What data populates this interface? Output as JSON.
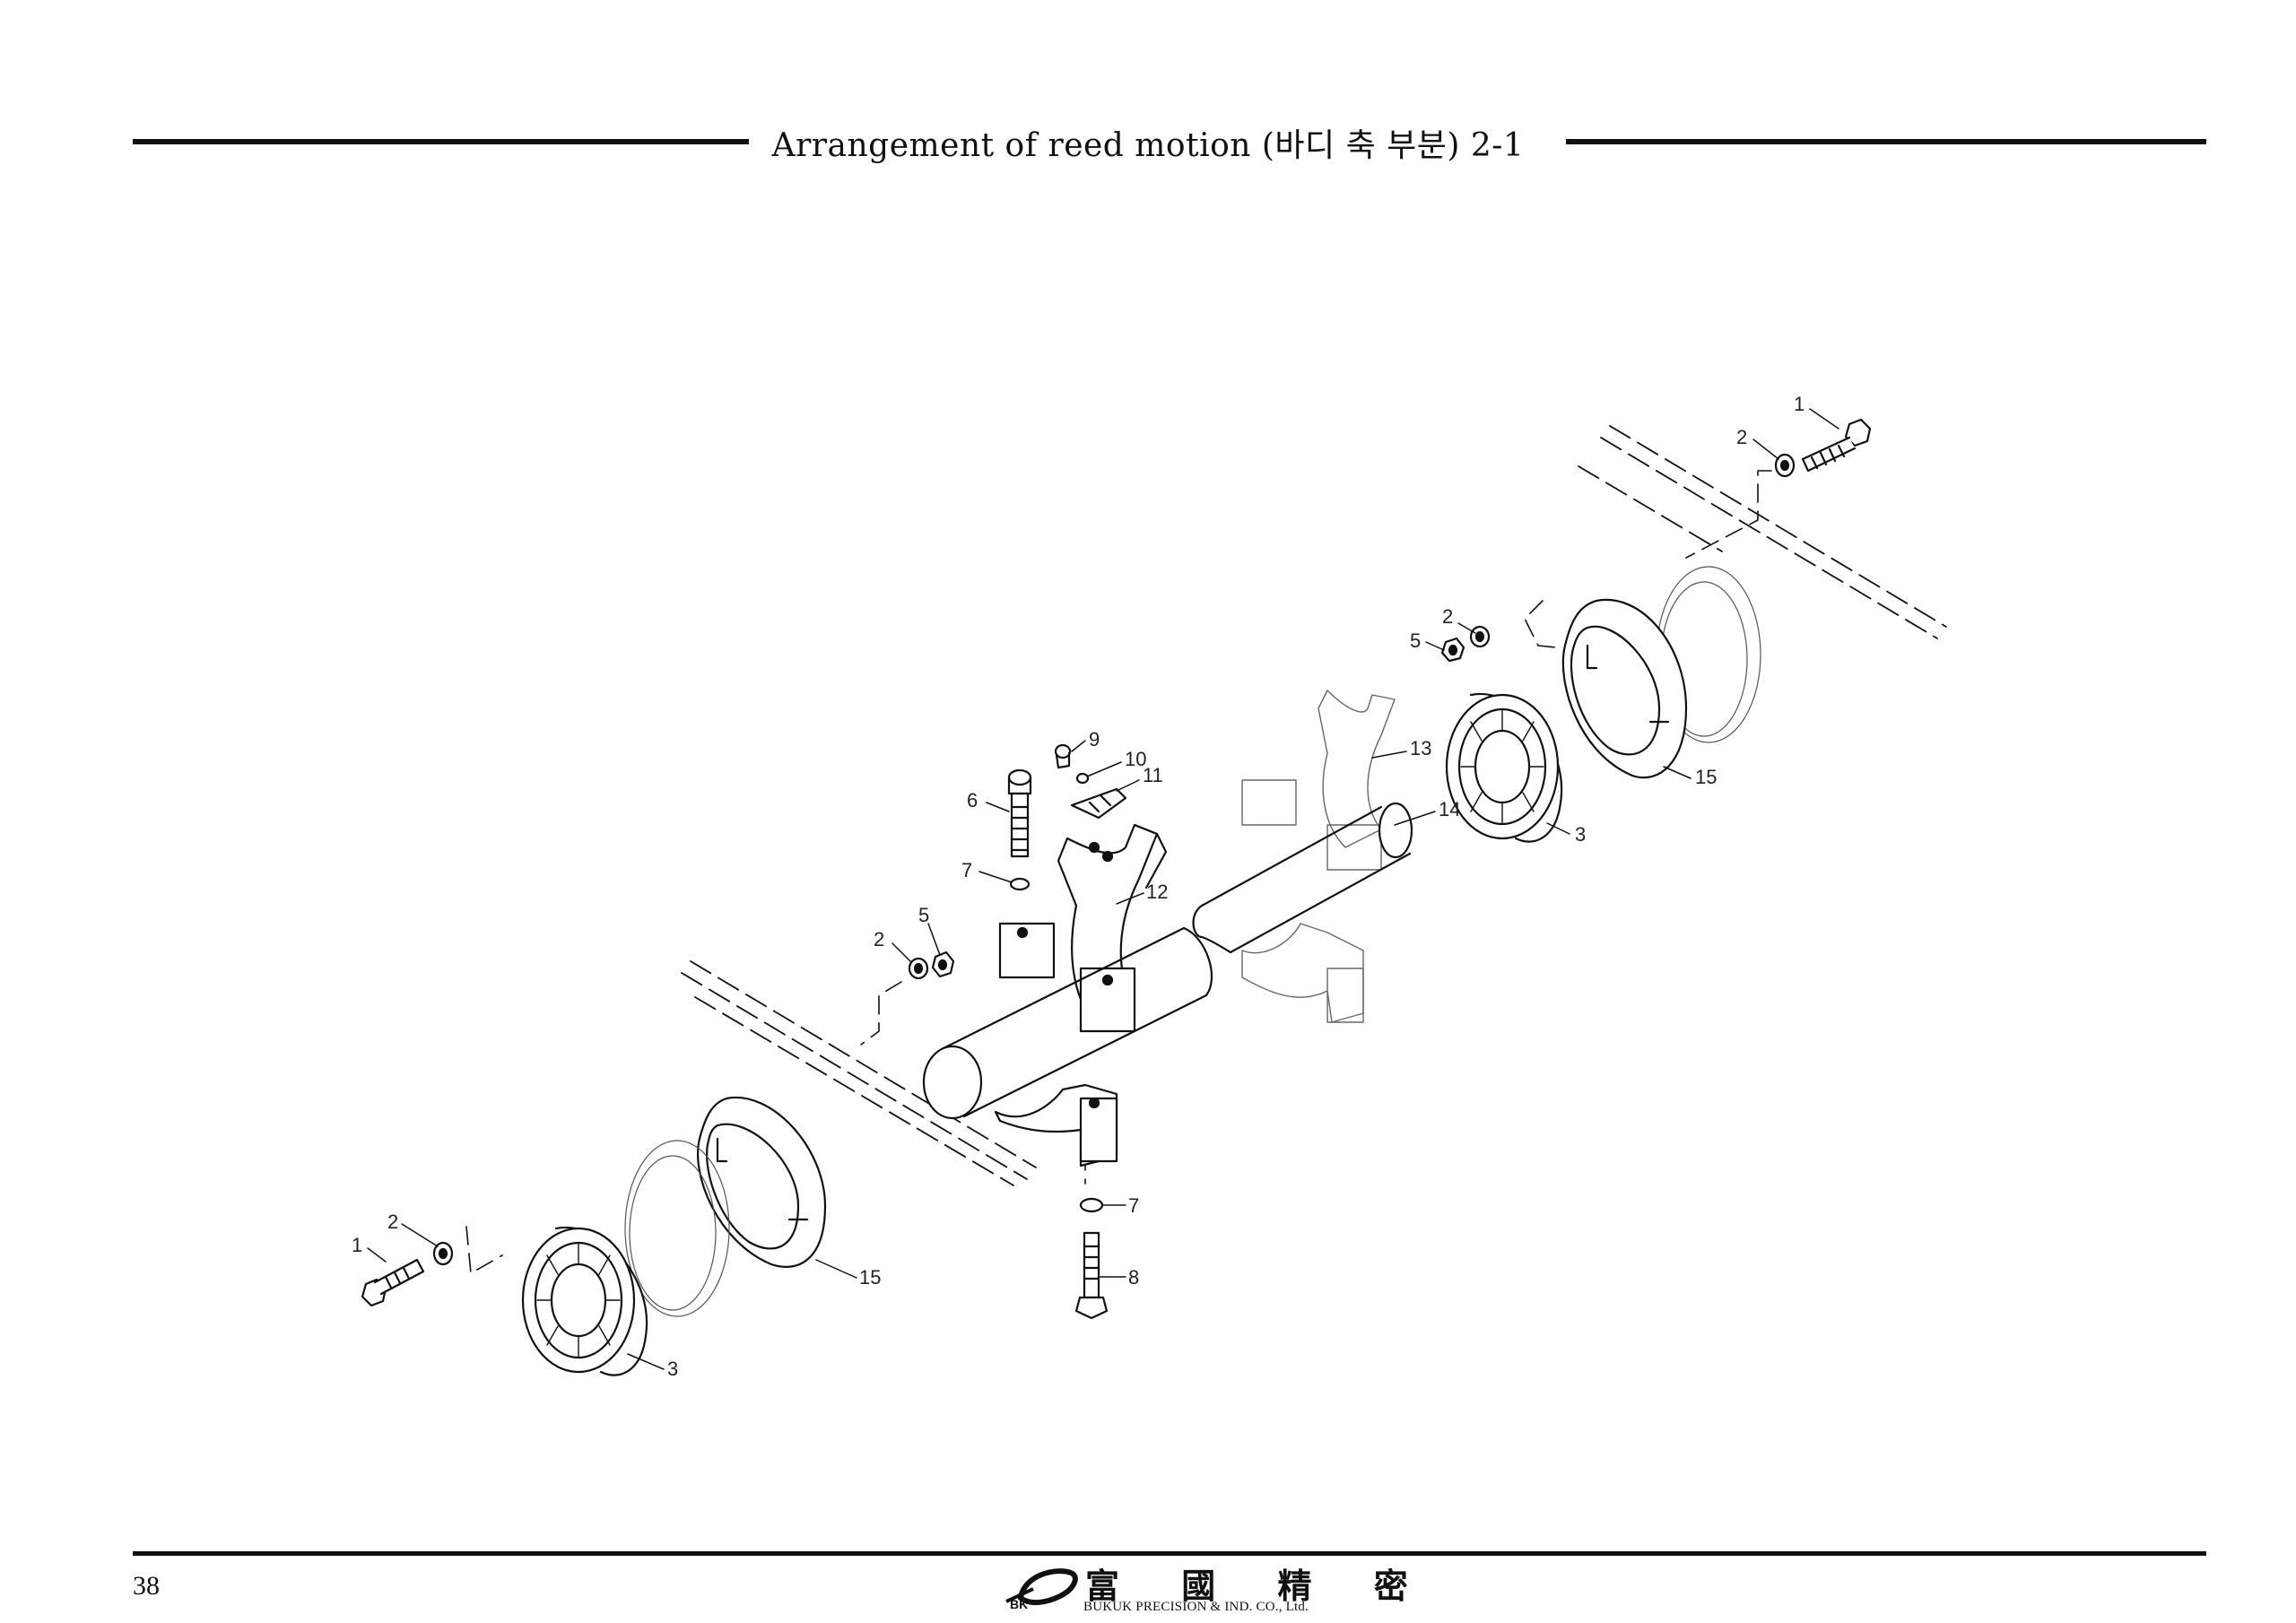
{
  "header": {
    "title": "Arrangement of reed motion (바디 축 부분) 2-1"
  },
  "footer": {
    "page_number": "38",
    "logo_mark": "BK",
    "logo_hanja": "富 國 精 密",
    "logo_company": "BUKUK PRECISION & IND. CO., Ltd."
  },
  "part_labels": {
    "bolt_top": "1",
    "washer_top": "2",
    "washer_mid": "2",
    "nut_mid": "5",
    "screw_9": "9",
    "washer_10": "10",
    "key_11": "11",
    "bolt_6": "6",
    "washer_7_top": "7",
    "bracket_12": "12",
    "bracket_13": "13",
    "shaft_14": "14",
    "ring_15_right": "15",
    "bearing_3_right": "3",
    "washer_left_mid": "2",
    "nut_left_mid": "5",
    "washer_left": "2",
    "bolt_left": "1",
    "ring_15_left": "15",
    "bearing_3_left": "3",
    "washer_7_bottom": "7",
    "bolt_8": "8"
  }
}
